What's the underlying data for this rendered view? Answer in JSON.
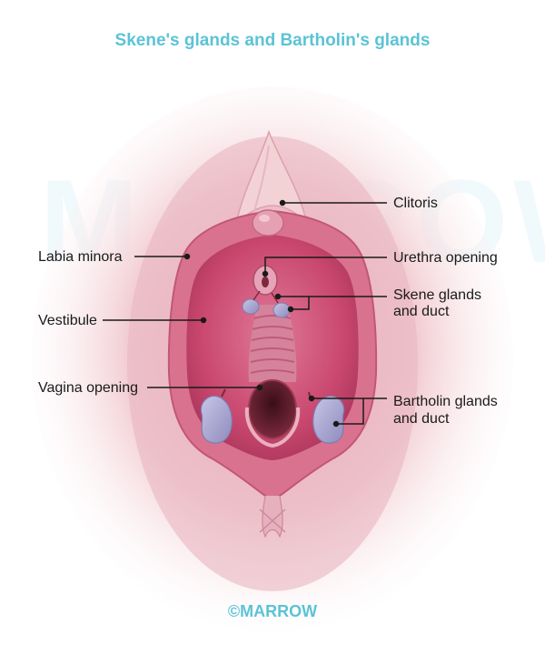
{
  "title": "Skene's glands and Bartholin's glands",
  "watermark": "MARROW",
  "labels": {
    "clitoris": "Clitoris",
    "labia_minora": "Labia minora",
    "urethra_opening": "Urethra opening",
    "skene_line1": "Skene glands",
    "skene_line2": "and duct",
    "vestibule": "Vestibule",
    "vagina_opening": "Vagina opening",
    "bartholin_line1": "Bartholin glands",
    "bartholin_line2": "and duct"
  },
  "footer": "©MARROW",
  "colors": {
    "title": "#5bc3d6",
    "watermark": "#8fd3e8",
    "footer": "#5bc3d6",
    "skin_outer": "#f1d3d7",
    "labia_minora": "#d9728f",
    "vestibule": "#c9476f",
    "gland": "#a9a7cf",
    "leader_line": "#1a1a1a"
  }
}
